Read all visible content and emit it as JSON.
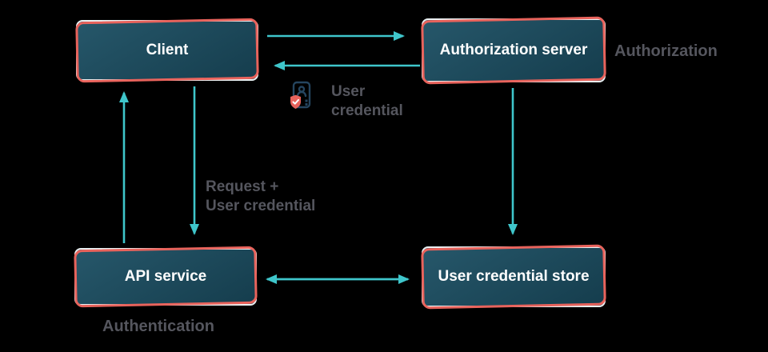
{
  "colors": {
    "background": "#000000",
    "box_fill_top": "#26576a",
    "box_fill_bottom": "#153d4d",
    "box_border": "#e9f0f2",
    "box_accent": "#e8635c",
    "node_text": "#ffffff",
    "arrow": "#3fc6cb",
    "label_text": "#55565e",
    "icon_stroke": "#25455f"
  },
  "nodes": [
    {
      "id": "client",
      "label": "Client"
    },
    {
      "id": "authorization-server",
      "label": "Authorization server"
    },
    {
      "id": "api-service",
      "label": "API service"
    },
    {
      "id": "user-credential-store",
      "label": "User credential store"
    }
  ],
  "annotations": {
    "authorization": "Authorization",
    "authentication": "Authentication",
    "user_credential_lines": [
      "User",
      "credential"
    ],
    "request_lines": [
      "Request +",
      "User credential"
    ]
  }
}
